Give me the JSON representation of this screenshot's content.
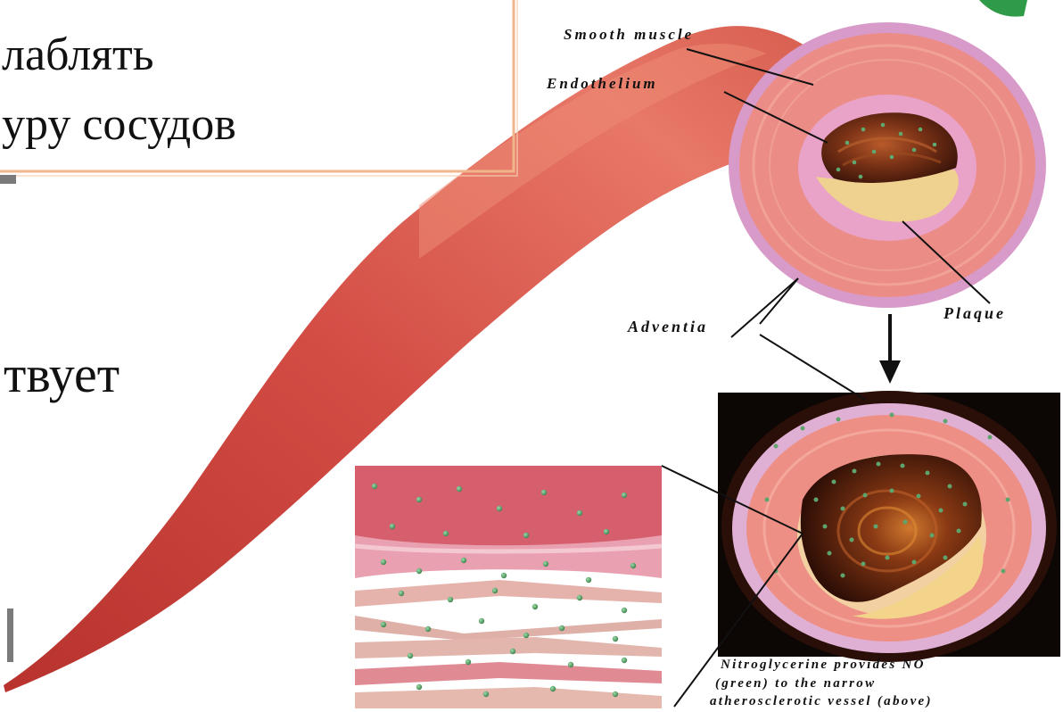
{
  "slide_text": {
    "line1": "лаблять",
    "line2": "уру сосудов",
    "line3": "твует"
  },
  "diagram": {
    "labels": {
      "smooth_muscle": "Smooth muscle",
      "endothelium": "Endothelium",
      "plaque": "Plaque",
      "adventia": "Adventia"
    },
    "caption": [
      "Nitroglycerine provides NO",
      "(green) to the narrow",
      "atherosclerotic vessel (above)"
    ]
  },
  "colors": {
    "vessel_outer": "#cf4f48",
    "vessel_highlight": "#ea8670",
    "adventitia": "#d69ac6",
    "muscle_layer": "#eb8d86",
    "lumen": "#5a2210",
    "plaque": "#f0d290",
    "no_particles": "#4f9a63",
    "text_box_border": "#f2b48a"
  }
}
